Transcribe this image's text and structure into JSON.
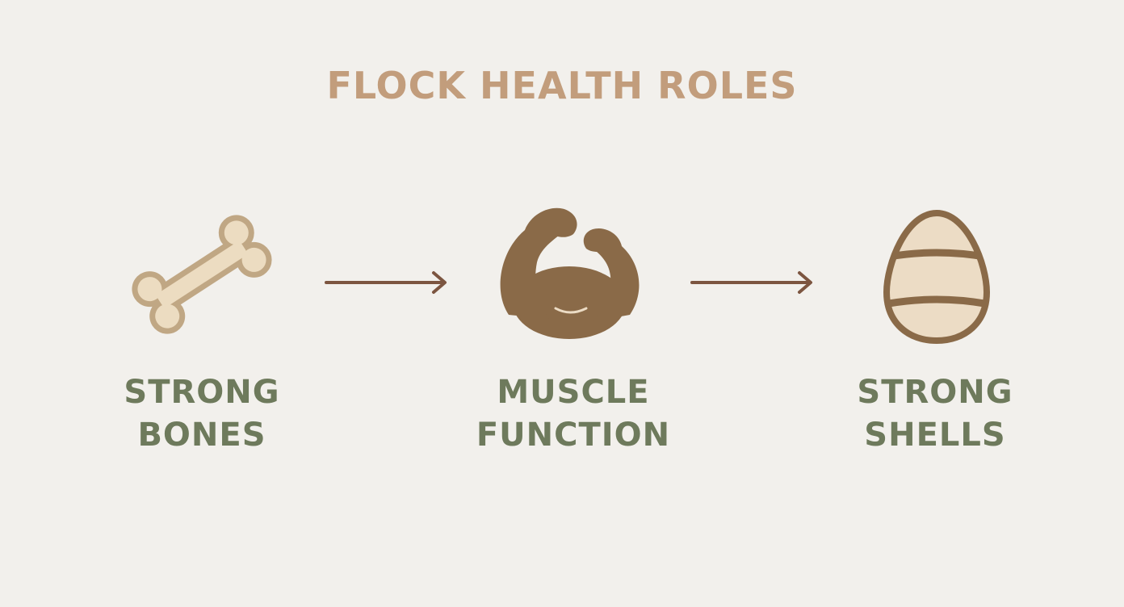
{
  "title": "FLOCK HEALTH ROLES",
  "colors": {
    "background": "#f2f0ec",
    "title": "#c29d7c",
    "label": "#6e7a5c",
    "arrow": "#7c5540",
    "bone_fill": "#ecdcc1",
    "bone_outline": "#c0a784",
    "muscle": "#8a6a48",
    "egg_outline": "#8a6a48",
    "egg_fill": "#ecdcc5"
  },
  "steps": [
    {
      "icon": "bone-icon",
      "line1": "STRONG",
      "line2": "BONES"
    },
    {
      "icon": "flexed-muscle-icon",
      "line1": "MUSCLE",
      "line2": "FUNCTION"
    },
    {
      "icon": "egg-icon",
      "line1": "STRONG",
      "line2": "SHELLS"
    }
  ],
  "connectors": [
    "arrow-right-icon",
    "arrow-right-icon"
  ]
}
